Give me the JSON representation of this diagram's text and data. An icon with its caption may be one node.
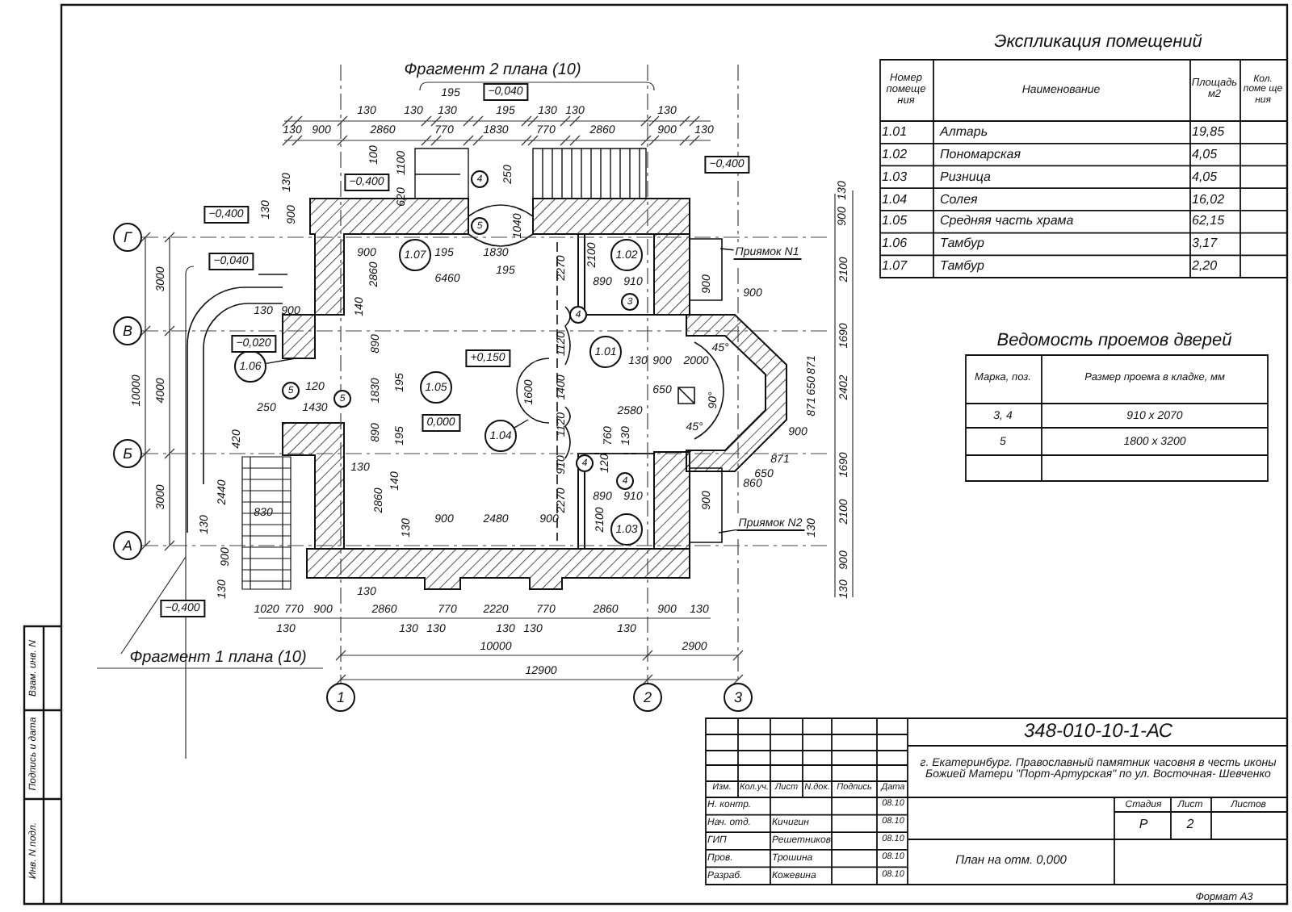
{
  "diagram": {
    "nodes": [
      {
        "text": [
          "Г"
        ]
      },
      {
        "text": [
          "В"
        ]
      },
      {
        "text": [
          "Б"
        ]
      },
      {
        "text": [
          "А"
        ]
      },
      {
        "text": [
          "1"
        ]
      },
      {
        "text": [
          "2"
        ]
      },
      {
        "text": [
          "3"
        ]
      },
      {
        "text": [
          "1.07"
        ]
      },
      {
        "text": [
          "1.02"
        ]
      },
      {
        "text": [
          "1.01"
        ]
      },
      {
        "text": [
          "1.05"
        ]
      },
      {
        "text": [
          "1.06"
        ]
      },
      {
        "text": [
          "1.04"
        ]
      },
      {
        "text": [
          "1.03"
        ]
      },
      {
        "text": [
          "−0,040"
        ]
      },
      {
        "text": [
          "−0,400"
        ]
      },
      {
        "text": [
          "−0,400"
        ]
      },
      {
        "text": [
          "−0,400"
        ]
      },
      {
        "text": [
          "−0,040"
        ]
      },
      {
        "text": [
          "−0,020"
        ]
      },
      {
        "text": [
          "+0,150"
        ]
      },
      {
        "text": [
          "0,000"
        ]
      },
      {
        "text": [
          "−0,400"
        ]
      },
      {
        "text": [
          "Приямок N1"
        ]
      },
      {
        "text": [
          "Приямок N2"
        ]
      },
      {
        "text": [
          "4"
        ]
      },
      {
        "text": [
          "5"
        ]
      },
      {
        "text": [
          "3"
        ]
      },
      {
        "text": [
          "4"
        ]
      },
      {
        "text": [
          "5"
        ]
      },
      {
        "text": [
          "5"
        ]
      },
      {
        "text": [
          "4"
        ]
      },
      {
        "text": [
          "4"
        ]
      }
    ],
    "edges": [
      {
        "from": 23,
        "to": null,
        "arrow": "none"
      },
      {
        "from": 24,
        "to": null,
        "arrow": "none"
      },
      {
        "from": 11,
        "to": null,
        "arrow": "none"
      },
      {
        "from": 12,
        "to": null,
        "arrow": "none"
      }
    ],
    "labels": [
      "Фрагмент 2 плана (10)",
      "195",
      "130",
      "130",
      "130",
      "195",
      "130",
      "130",
      "130",
      "130",
      "900",
      "2860",
      "770",
      "1830",
      "770",
      "2860",
      "900",
      "130",
      "100",
      "1100",
      "620",
      "250",
      "1040",
      "130",
      "130",
      "900",
      "130",
      "900",
      "900",
      "195",
      "1830",
      "3000",
      "2860",
      "6460",
      "195",
      "2270",
      "2100",
      "890",
      "910",
      "900",
      "900",
      "2100",
      "130",
      "900",
      "140",
      "890",
      "1120",
      "130",
      "900",
      "2000",
      "45°",
      "871",
      "1690",
      "1830",
      "195",
      "1600",
      "1400",
      "650",
      "650",
      "90°",
      "10000",
      "4000",
      "2402",
      "120",
      "250",
      "1430",
      "2580",
      "900",
      "871",
      "45°",
      "420",
      "890",
      "195",
      "1120",
      "760",
      "130",
      "871",
      "650",
      "910",
      "120",
      "1690",
      "130",
      "140",
      "3000",
      "2440",
      "2860",
      "2270",
      "890",
      "910",
      "900",
      "860",
      "130",
      "830",
      "130",
      "900",
      "2480",
      "900",
      "2100",
      "130",
      "2100",
      "900",
      "900",
      "130",
      "130",
      "130",
      "1020",
      "770",
      "900",
      "2860",
      "770",
      "2220",
      "770",
      "2860",
      "900",
      "130",
      "130",
      "130",
      "130",
      "130",
      "130",
      "130",
      "10000",
      "2900",
      "Фрагмент 1 плана (10)",
      "12900",
      "Экспликация помещений",
      "Номер помеще ния",
      "Наименование",
      "Площадь м2",
      "Кол. поме ще ния",
      "1.01",
      "Алтарь",
      "19,85",
      "1.02",
      "Пономарская",
      "4,05",
      "1.03",
      "Ризница",
      "4,05",
      "1.04",
      "Солея",
      "16,02",
      "1.05",
      "Средняя часть храма",
      "62,15",
      "1.06",
      "Тамбур",
      "3,17",
      "1.07",
      "Тамбур",
      "2,20",
      "Ведомость проемов дверей",
      "Марка, поз.",
      "Размер проема в кладке, мм",
      "3, 4",
      "910 x 2070",
      "5",
      "1800 x 3200",
      "348-010-10-1-АС",
      "г. Екатеринбург. Православный памятник часовня в честь иконы Божией Матери \"Порт-Артурская\" по ул. Восточная- Шевченко",
      "Изм.",
      "Кол.уч.",
      "Лист",
      "N.док.",
      "Подпись",
      "Дата",
      "Н. контр.",
      "08.10",
      "Нач. отд.",
      "Кичигин",
      "08.10",
      "ГИП",
      "Решетников",
      "08.10",
      "Пров.",
      "Трошина",
      "08.10",
      "Разраб.",
      "Кожевина",
      "08.10",
      "Стадия",
      "Лист",
      "Листов",
      "Р",
      "2",
      "План на отм. 0,000",
      "Формат А3",
      "Взам. инв. N",
      "Подпись и дата",
      "Инв. N подл."
    ]
  }
}
